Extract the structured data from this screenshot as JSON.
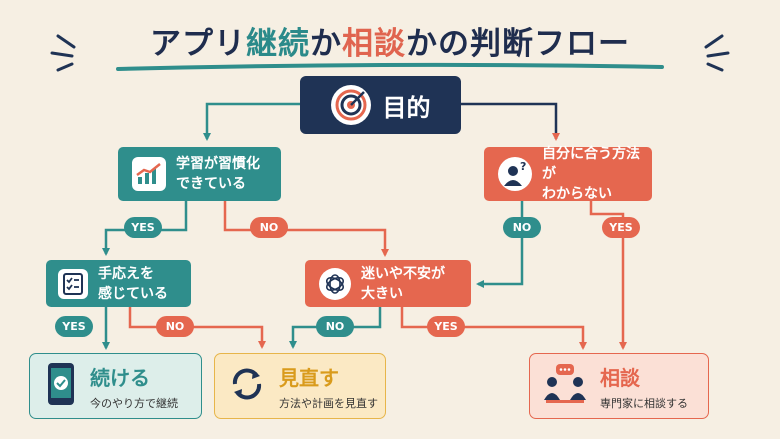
{
  "title": {
    "part1": "アプリ",
    "part2": "継続",
    "part3": "か",
    "part4": "相談",
    "part5": "かの判断フロー"
  },
  "colors": {
    "teal": "#2f8e8c",
    "coral": "#e5674f",
    "navy": "#1f3355",
    "background": "#f6efe3"
  },
  "nodes": {
    "goal": {
      "label": "目的",
      "icon": "target-icon"
    },
    "habit": {
      "label_line1": "学習が習慣化",
      "label_line2": "できている",
      "icon": "chart-icon"
    },
    "method": {
      "label_line1": "自分に合う方法が",
      "label_line2": "わからない",
      "icon": "question-person-icon"
    },
    "response": {
      "label_line1": "手応えを",
      "label_line2": "感じている",
      "icon": "checklist-icon"
    },
    "anxiety": {
      "label_line1": "迷いや不安が",
      "label_line2": "大きい",
      "icon": "tangle-icon"
    }
  },
  "badges": {
    "habit_yes": "YES",
    "habit_no": "NO",
    "method_no": "NO",
    "method_yes": "YES",
    "response_yes": "YES",
    "response_no": "NO",
    "anxiety_no": "NO",
    "anxiety_yes": "YES"
  },
  "results": {
    "continue": {
      "title": "続ける",
      "subtitle": "今のやり方で継続",
      "icon": "phone-check-icon"
    },
    "review": {
      "title": "見直す",
      "subtitle": "方法や計画を見直す",
      "icon": "refresh-icon"
    },
    "consult": {
      "title": "相談",
      "subtitle": "専門家に相談する",
      "icon": "consultation-icon"
    }
  }
}
